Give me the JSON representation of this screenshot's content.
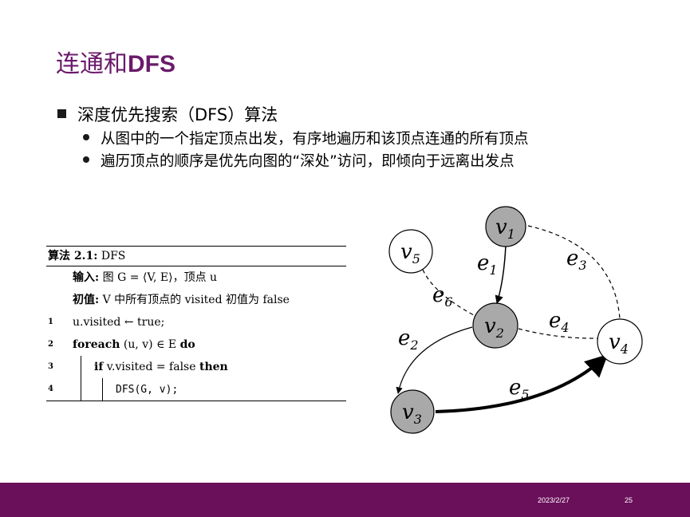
{
  "slide": {
    "title_cn": "连通和",
    "title_en": "DFS",
    "bullet": "深度优先搜索（DFS）算法",
    "sub_bullets": [
      "从图中的一个指定顶点出发，有序地遍历和该顶点连通的所有顶点",
      "遍历顶点的顺序是优先向图的“深处”访问，即倾向于远离出发点"
    ]
  },
  "algorithm": {
    "header_label": "算法 2.1:",
    "header_name": "DFS",
    "input_label": "输入:",
    "input_text": "图 G = ⟨V, E⟩，顶点 u",
    "init_label": "初值:",
    "init_text": "V 中所有顶点的 visited 初值为 false",
    "lines": [
      {
        "num": "1",
        "text": "u.visited ← true;"
      },
      {
        "num": "2",
        "kw1": "foreach",
        "text": "(u, v) ∈ E",
        "kw2": "do"
      },
      {
        "num": "3",
        "kw1": "if",
        "text": "v.visited = false",
        "kw2": "then"
      },
      {
        "num": "4",
        "func": "DFS(G, v);"
      }
    ]
  },
  "graph": {
    "nodes": [
      {
        "label": "v",
        "sub": "1",
        "filled": true
      },
      {
        "label": "v",
        "sub": "2",
        "filled": true
      },
      {
        "label": "v",
        "sub": "3",
        "filled": true
      },
      {
        "label": "v",
        "sub": "4",
        "filled": false
      },
      {
        "label": "v",
        "sub": "5",
        "filled": false
      }
    ],
    "edges": [
      {
        "label": "e",
        "sub": "1"
      },
      {
        "label": "e",
        "sub": "2"
      },
      {
        "label": "e",
        "sub": "3"
      },
      {
        "label": "e",
        "sub": "4"
      },
      {
        "label": "e",
        "sub": "5"
      },
      {
        "label": "e",
        "sub": "6"
      }
    ],
    "colors": {
      "filled_node": "#a9a9a9",
      "empty_node": "#ffffff",
      "stroke": "#000000"
    }
  },
  "footer": {
    "date": "2023/2/27",
    "page": "25",
    "bar_color": "#6a0f5a"
  }
}
